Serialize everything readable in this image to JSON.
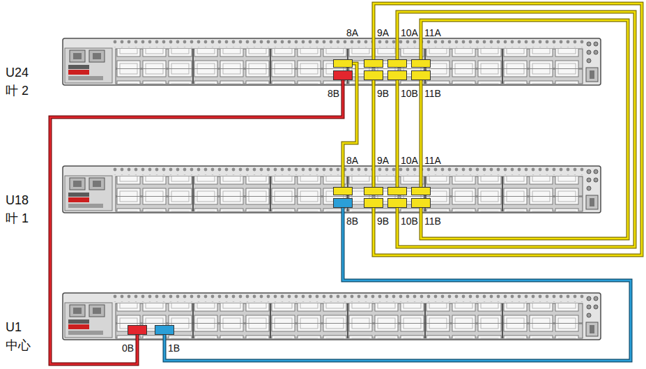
{
  "diagram": {
    "nodes": [
      {
        "text": [
          "U24 叶 2"
        ]
      },
      {
        "text": [
          "8A"
        ],
        "in": 0
      },
      {
        "text": [
          "9A"
        ],
        "in": 0
      },
      {
        "text": [
          "10A"
        ],
        "in": 0
      },
      {
        "text": [
          "11A"
        ],
        "in": 0
      },
      {
        "text": [
          "8B"
        ],
        "in": 0
      },
      {
        "text": [
          "9B"
        ],
        "in": 0
      },
      {
        "text": [
          "10B"
        ],
        "in": 0
      },
      {
        "text": [
          "11B"
        ],
        "in": 0
      },
      {
        "text": [
          "U18 叶 1"
        ]
      },
      {
        "text": [
          "8A"
        ],
        "in": 9
      },
      {
        "text": [
          "9A"
        ],
        "in": 9
      },
      {
        "text": [
          "10A"
        ],
        "in": 9
      },
      {
        "text": [
          "11A"
        ],
        "in": 9
      },
      {
        "text": [
          "8B"
        ],
        "in": 9
      },
      {
        "text": [
          "9B"
        ],
        "in": 9
      },
      {
        "text": [
          "10B"
        ],
        "in": 9
      },
      {
        "text": [
          "11B"
        ],
        "in": 9
      },
      {
        "text": [
          "U1 中心"
        ]
      },
      {
        "text": [
          "0B"
        ],
        "in": 18
      },
      {
        "text": [
          "1B"
        ],
        "in": 18
      }
    ],
    "edges": [
      {
        "from": 1,
        "to": 10,
        "arrow": "none"
      },
      {
        "from": 2,
        "to": 15,
        "arrow": "none"
      },
      {
        "from": 3,
        "to": 16,
        "arrow": "none"
      },
      {
        "from": 4,
        "to": 17,
        "arrow": "none"
      },
      {
        "from": 6,
        "to": 11,
        "arrow": "none"
      },
      {
        "from": 7,
        "to": 12,
        "arrow": "none"
      },
      {
        "from": 8,
        "to": 13,
        "arrow": "none"
      },
      {
        "from": 5,
        "to": 19,
        "arrow": "none"
      },
      {
        "from": 14,
        "to": 20,
        "arrow": "none"
      }
    ]
  }
}
